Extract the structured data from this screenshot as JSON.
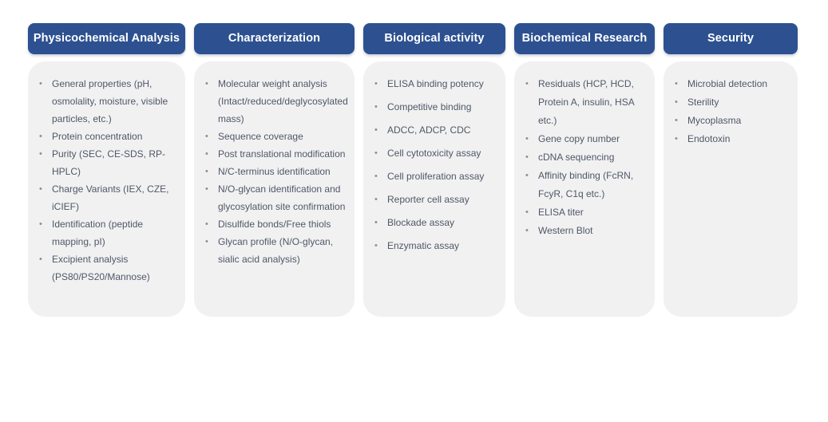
{
  "theme": {
    "header_bg": "#2D5190",
    "header_text": "#FFFFFF",
    "panel_bg": "#F1F1F2",
    "body_text": "#4F5866",
    "bullet_color": "#8A8F98",
    "page_bg": "#FFFFFF"
  },
  "columns": [
    {
      "title": "Physicochemical Analysis",
      "items": [
        "General properties (pH, osmolality, moisture, visible particles, etc.)",
        "Protein concentration",
        "Purity (SEC,  CE-SDS, RP-HPLC)",
        "Charge Variants (IEX, CZE, iCIEF)",
        "Identification (peptide mapping, pI)",
        "Excipient analysis (PS80/PS20/Mannose)"
      ]
    },
    {
      "title": "Characterization",
      "items": [
        "Molecular weight analysis (Intact/reduced/deglycosylated mass)",
        "Sequence coverage",
        "Post translational modification",
        "N/C-terminus identification",
        "N/O-glycan identification and glycosylation site confirmation",
        "Disulfide bonds/Free thiols",
        "Glycan profile (N/O-glycan, sialic acid analysis)"
      ]
    },
    {
      "title": "Biological activity",
      "items": [
        "ELISA binding potency",
        "Competitive binding",
        "ADCC, ADCP, CDC",
        "Cell cytotoxicity assay",
        "Cell proliferation assay",
        "Reporter cell assay",
        "Blockade assay",
        "Enzymatic assay"
      ]
    },
    {
      "title": "Biochemical Research",
      "items": [
        "Residuals (HCP, HCD, Protein A, insulin, HSA etc.)",
        "Gene copy number",
        "cDNA sequencing",
        "Affinity binding (FcRN, FcyR, C1q etc.)",
        "ELISA titer",
        "Western Blot"
      ]
    },
    {
      "title": "Security",
      "items": [
        "Microbial detection",
        "Sterility",
        "Mycoplasma",
        "Endotoxin"
      ]
    }
  ]
}
